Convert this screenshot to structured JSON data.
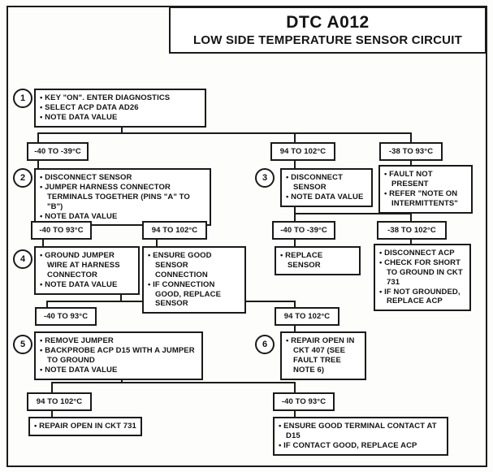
{
  "title": {
    "code": "DTC A012",
    "name": "LOW SIDE TEMPERATURE SENSOR CIRCUIT"
  },
  "steps": {
    "s1": {
      "num": "1",
      "items": [
        "KEY \"ON\". ENTER DIAGNOSTICS",
        "SELECT ACP DATA AD26",
        "NOTE DATA VALUE"
      ]
    },
    "s2": {
      "num": "2",
      "items": [
        "DISCONNECT SENSOR",
        "JUMPER HARNESS CONNECTOR TERMINALS TOGETHER (PINS \"A\" TO \"B\")",
        "NOTE DATA VALUE"
      ]
    },
    "s3": {
      "num": "3",
      "items": [
        "DISCONNECT SENSOR",
        "NOTE DATA VALUE"
      ]
    },
    "s4": {
      "num": "4",
      "items": [
        "GROUND JUMPER WIRE AT HARNESS CONNECTOR",
        "NOTE DATA VALUE"
      ]
    },
    "s5": {
      "num": "5",
      "items": [
        "REMOVE JUMPER",
        "BACKPROBE ACP D15 WITH A JUMPER TO GROUND",
        "NOTE DATA VALUE"
      ]
    },
    "s6": {
      "num": "6",
      "items": [
        "REPAIR OPEN IN CKT 407 (SEE FAULT TREE NOTE 6)"
      ]
    }
  },
  "results": {
    "fault_not_present": {
      "items": [
        "FAULT NOT PRESENT",
        "REFER \"NOTE ON INTERMITTENTS\""
      ]
    },
    "ensure_sensor": {
      "items": [
        "ENSURE GOOD SENSOR CONNECTION",
        "IF CONNECTION GOOD, REPLACE SENSOR"
      ]
    },
    "replace_sensor": {
      "items": [
        "REPLACE SENSOR"
      ]
    },
    "disconnect_acp": {
      "items": [
        "DISCONNECT ACP",
        "CHECK FOR SHORT TO GROUND IN CKT 731",
        "IF NOT GROUNDED, REPLACE ACP"
      ]
    },
    "repair_731": {
      "items": [
        "REPAIR OPEN IN CKT 731"
      ]
    },
    "ensure_terminal": {
      "items": [
        "ENSURE GOOD TERMINAL CONTACT AT D15",
        "IF CONTACT GOOD, REPLACE ACP"
      ]
    }
  },
  "branch_labels": {
    "r1a": "-40 TO -39°C",
    "r1b": "94 TO 102°C",
    "r1c": "-38 TO 93°C",
    "r2a": "-40 TO 93°C",
    "r2b": "94 TO 102°C",
    "r3a": "-40 TO -39°C",
    "r3b": "-38 TO 102°C",
    "r4a": "-40 TO 93°C",
    "r4b": "94 TO 102°C",
    "r5a": "94 TO 102°C",
    "r5b": "-40 TO 93°C"
  },
  "colors": {
    "line": "#1a1a1a",
    "background": "#ffffff"
  }
}
